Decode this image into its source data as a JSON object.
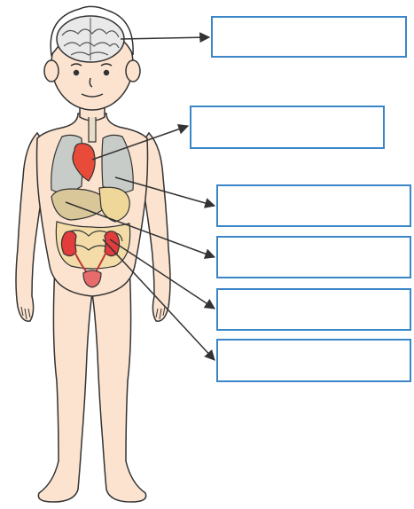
{
  "labels": [
    {
      "id": "label-1",
      "text": ""
    },
    {
      "id": "label-2",
      "text": ""
    },
    {
      "id": "label-3",
      "text": ""
    },
    {
      "id": "label-4",
      "text": ""
    },
    {
      "id": "label-5",
      "text": ""
    },
    {
      "id": "label-6",
      "text": ""
    }
  ],
  "colors": {
    "box_border": "#3a86c8",
    "outline": "#333333",
    "skin": "#fbe3cf",
    "brain": "#e9e9e9",
    "heart": "#e84b3a",
    "lungs": "#c8ccc8",
    "liver": "#d9c79a",
    "stomach": "#efd79a",
    "kidneys": "#e23c3c",
    "intestines": "#f3dca8",
    "bladder": "#e86b6b",
    "hair": "#ffffff"
  }
}
